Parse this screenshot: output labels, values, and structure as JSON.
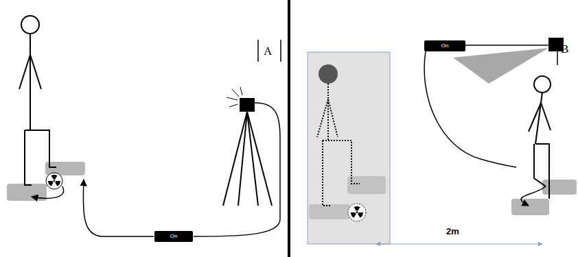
{
  "diagram": {
    "nodes": [
      {
        "text": [
          "On"
        ]
      },
      {
        "text": [
          "On"
        ]
      }
    ],
    "labels": [
      "A",
      "B",
      "2m"
    ]
  }
}
